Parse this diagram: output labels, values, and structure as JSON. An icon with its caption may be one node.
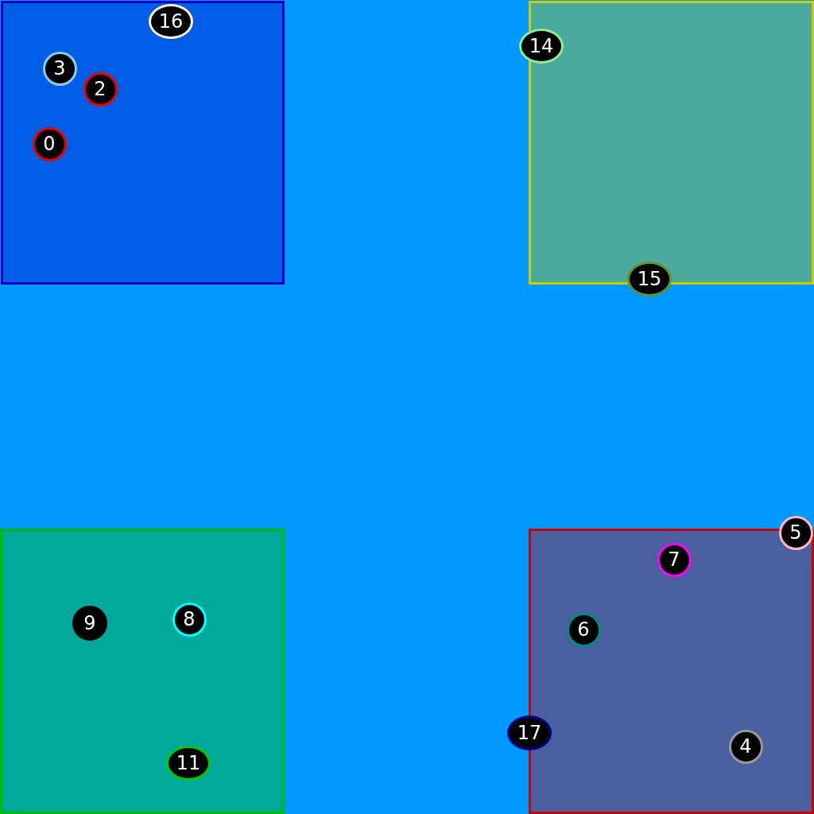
{
  "diagram": {
    "nodes": [
      {
        "text": [],
        "shape": "box"
      },
      {
        "text": [
          "16"
        ],
        "in": 0
      },
      {
        "text": [
          "3"
        ],
        "in": 0
      },
      {
        "text": [
          "2"
        ],
        "in": 0
      },
      {
        "text": [
          "0"
        ],
        "in": 0
      },
      {
        "text": [],
        "shape": "box"
      },
      {
        "text": [
          "14"
        ]
      },
      {
        "text": [
          "15"
        ]
      },
      {
        "text": [],
        "shape": "box"
      },
      {
        "text": [
          "9"
        ],
        "in": 8
      },
      {
        "text": [
          "8"
        ],
        "in": 8
      },
      {
        "text": [
          "11"
        ],
        "in": 8
      },
      {
        "text": [],
        "shape": "box"
      },
      {
        "text": [
          "5"
        ]
      },
      {
        "text": [
          "7"
        ],
        "in": 12
      },
      {
        "text": [
          "6"
        ],
        "in": 12
      },
      {
        "text": [
          "17"
        ]
      },
      {
        "text": [
          "4"
        ],
        "in": 12
      }
    ]
  }
}
